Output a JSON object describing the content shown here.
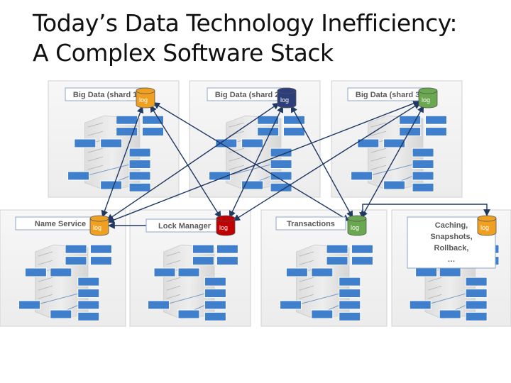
{
  "title": {
    "line1": "Today’s Data Technology Inefficiency:",
    "line2": "A Complex Software Stack"
  },
  "colors": {
    "arrow": "#1f3864",
    "box_border": "#4a7ab5",
    "box_fill": "#3f7fcc",
    "label_border": "#8fa7c8",
    "panel": "#f2f2f2",
    "log_orange": "#f0a020",
    "log_navy": "#2d3f7a",
    "log_green": "#6aa84f",
    "log_red": "#c00000"
  },
  "nodes": [
    {
      "id": "shard1",
      "label": "Big Data (shard 1)",
      "log_label": "log",
      "log_color": "orange"
    },
    {
      "id": "shard2",
      "label": "Big Data (shard 2)",
      "log_label": "log",
      "log_color": "navy"
    },
    {
      "id": "shard3",
      "label": "Big Data (shard 3)",
      "log_label": "log",
      "log_color": "green"
    },
    {
      "id": "name",
      "label": "Name Service",
      "log_label": "log",
      "log_color": "orange"
    },
    {
      "id": "lock",
      "label": "Lock Manager",
      "log_label": "log",
      "log_color": "red"
    },
    {
      "id": "tx",
      "label": "Transactions",
      "log_label": "log",
      "log_color": "green"
    },
    {
      "id": "cache",
      "label_lines": [
        "Caching,",
        "Snapshots,",
        "Rollback,",
        "…"
      ],
      "log_label": "log",
      "log_color": "orange"
    }
  ],
  "connections": [
    {
      "from": "shard1",
      "to": "name"
    },
    {
      "from": "shard1",
      "to": "lock"
    },
    {
      "from": "shard1",
      "to": "tx"
    },
    {
      "from": "shard2",
      "to": "name"
    },
    {
      "from": "shard2",
      "to": "lock"
    },
    {
      "from": "shard2",
      "to": "tx"
    },
    {
      "from": "shard3",
      "to": "name"
    },
    {
      "from": "shard3",
      "to": "lock"
    },
    {
      "from": "shard3",
      "to": "tx"
    },
    {
      "from": "name",
      "to": "lock"
    },
    {
      "from": "tx",
      "to": "cache"
    }
  ]
}
